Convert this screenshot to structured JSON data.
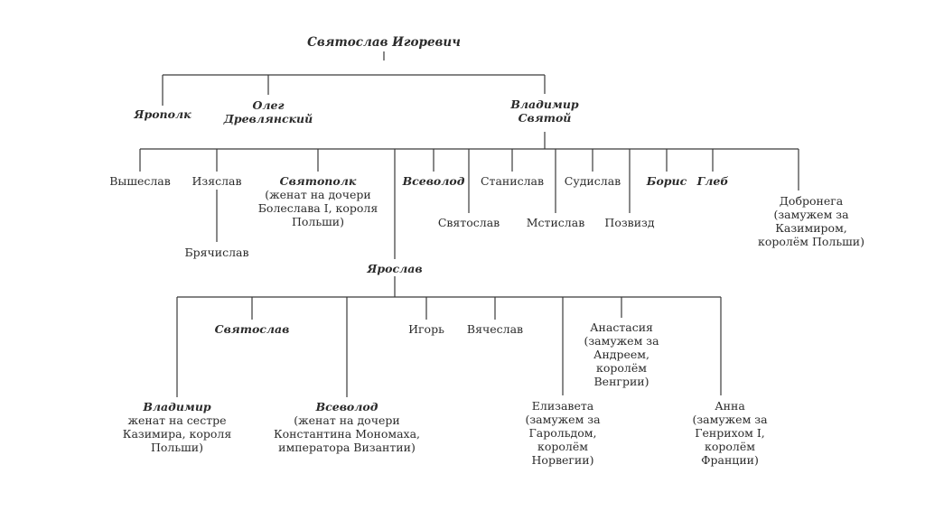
{
  "nodes": {
    "svyatoslav_igorevich": {
      "name": "Святослав Игоревич"
    },
    "yaropolk": {
      "name": "Ярополк"
    },
    "oleg": {
      "name": "Олег Древлянский"
    },
    "vladimir_svyatoy": {
      "name": "Владимир Святой"
    },
    "vysheslav": {
      "name": "Вышеслав"
    },
    "izyaslav": {
      "name": "Изяслав"
    },
    "bryachislav": {
      "name": "Брячислав"
    },
    "svyatopolk": {
      "name": "Святополк",
      "note": "(женат на дочери Болеслава I, короля Польши)"
    },
    "vsevolod_1": {
      "name": "Всеволод"
    },
    "svyatoslav_1": {
      "name": "Святослав"
    },
    "stanislav": {
      "name": "Станислав"
    },
    "mstislav": {
      "name": "Мстислав"
    },
    "sudislav": {
      "name": "Судислав"
    },
    "pozvizd": {
      "name": "Позвизд"
    },
    "boris": {
      "name": "Борис"
    },
    "gleb": {
      "name": "Глеб"
    },
    "dobronega": {
      "name": "Добронега",
      "note": "(замужем за Казимиром, королём Польши)"
    },
    "yaroslav": {
      "name": "Ярослав"
    },
    "svyatoslav_2": {
      "name": "Святослав"
    },
    "igor": {
      "name": "Игорь"
    },
    "vyacheslav": {
      "name": "Вячеслав"
    },
    "anastasia": {
      "name": "Анастасия",
      "note": "(замужем за Андреем, королём Венгрии)"
    },
    "vladimir_2": {
      "name": "Владимир",
      "note": "женат на сестре Казимира, короля Польши)"
    },
    "vsevolod_2": {
      "name": "Всеволод",
      "note": "(женат на дочери Константина Мономаха, императора Византии)"
    },
    "elizaveta": {
      "name": "Елизавета",
      "note": "(замужем за Гарольдом, королём Норвегии)"
    },
    "anna": {
      "name": "Анна",
      "note": "(замужем за Генрихом I, королём Франции)"
    }
  }
}
